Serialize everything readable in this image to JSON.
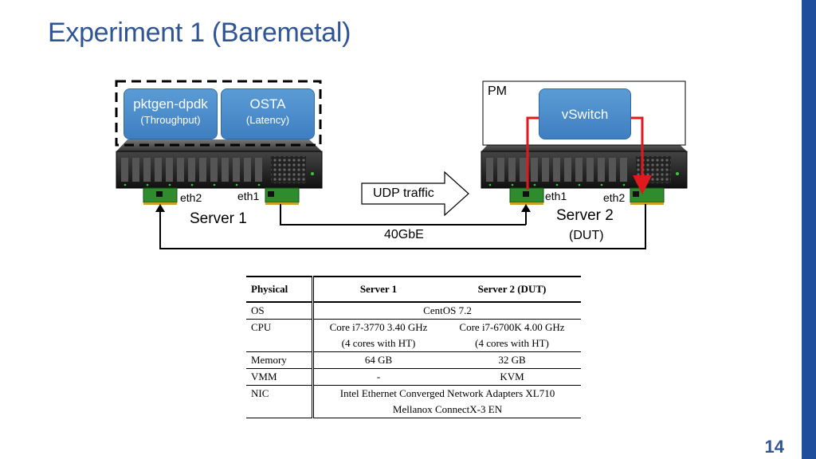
{
  "slide": {
    "title": "Experiment 1 (Baremetal)",
    "page_number": "14"
  },
  "server1": {
    "box_a": {
      "label": "pktgen-dpdk",
      "sub": "(Throughput)"
    },
    "box_b": {
      "label": "OSTA",
      "sub": "(Latency)"
    },
    "eth2": "eth2",
    "eth1": "eth1",
    "name": "Server 1"
  },
  "server2": {
    "pm": "PM",
    "vswitch": "vSwitch",
    "eth1": "eth1",
    "eth2": "eth2",
    "name": "Server 2",
    "sub": "(DUT)"
  },
  "arrow_label": "UDP traffic",
  "link_label": "40GbE",
  "colors": {
    "title": "#2f5597",
    "box": "#5b9bd5",
    "red_line": "#e0191c",
    "bar": "#1f4e9c"
  },
  "table": {
    "headers": [
      "Physical",
      "Server 1",
      "Server 2 (DUT)"
    ],
    "rows": [
      {
        "label": "OS",
        "merged": "CentOS 7.2"
      },
      {
        "label": "CPU",
        "s1": "Core i7-3770 3.40 GHz",
        "s2": "Core i7-6700K 4.00 GHz"
      },
      {
        "label": "",
        "s1": "(4 cores with HT)",
        "s2": "(4 cores with HT)"
      },
      {
        "label": "Memory",
        "s1": "64 GB",
        "s2": "32 GB"
      },
      {
        "label": "VMM",
        "s1": "-",
        "s2": "KVM"
      },
      {
        "label": "NIC",
        "merged": "Intel Ethernet Converged Network Adapters XL710"
      },
      {
        "label": "",
        "merged": "Mellanox ConnectX-3 EN"
      }
    ]
  }
}
